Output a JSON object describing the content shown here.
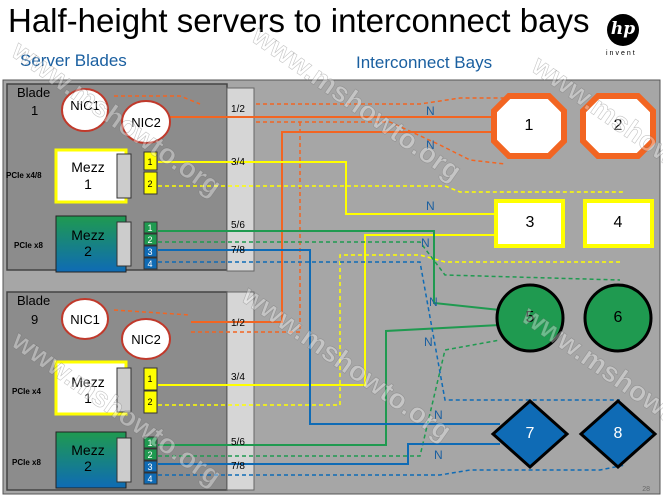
{
  "header": {
    "title": "Half-height servers to interconnect bays",
    "server_blades_label": "Server Blades",
    "interconnect_bays_label": "Interconnect Bays",
    "logo_mark": "hp",
    "logo_tagline": "invent"
  },
  "watermark": "www.mshowto.org",
  "blades": [
    {
      "label": "Blade",
      "number": "1",
      "nic1": "NIC1",
      "nic2": "NIC2",
      "pcie_mezz1": "PCIe x4/8",
      "pcie_mezz2": "PCIe x8",
      "mezz1": "Mezz",
      "mezz1_num": "1",
      "mezz2": "Mezz",
      "mezz2_num": "2",
      "ports": [
        "1",
        "2",
        "1",
        "2",
        "3",
        "4"
      ]
    },
    {
      "label": "Blade",
      "number": "9",
      "nic1": "NIC1",
      "nic2": "NIC2",
      "pcie_mezz1": "PCIe x4",
      "pcie_mezz2": "PCIe x8",
      "mezz1": "Mezz",
      "mezz1_num": "1",
      "mezz2": "Mezz",
      "mezz2_num": "2",
      "ports": [
        "1",
        "2",
        "1",
        "2",
        "3",
        "4"
      ]
    }
  ],
  "midplane_labels": [
    "1/2",
    "3/4",
    "5/6",
    "7/8",
    "1/2",
    "3/4",
    "5/6",
    "7/8"
  ],
  "n_labels": [
    "N",
    "N",
    "N",
    "N",
    "N",
    "N",
    "N",
    "N"
  ],
  "bays": [
    "1",
    "2",
    "3",
    "4",
    "5",
    "6",
    "7",
    "8"
  ],
  "page_number": "28",
  "colors": {
    "orange": "#f26522",
    "yellow": "#ffff00",
    "green": "#1f9a50",
    "blue": "#0f6bb5",
    "gray_bg": "#a6a6a6",
    "blade_bg": "#8c8c8c",
    "title_blue": "#1a5fa0"
  }
}
